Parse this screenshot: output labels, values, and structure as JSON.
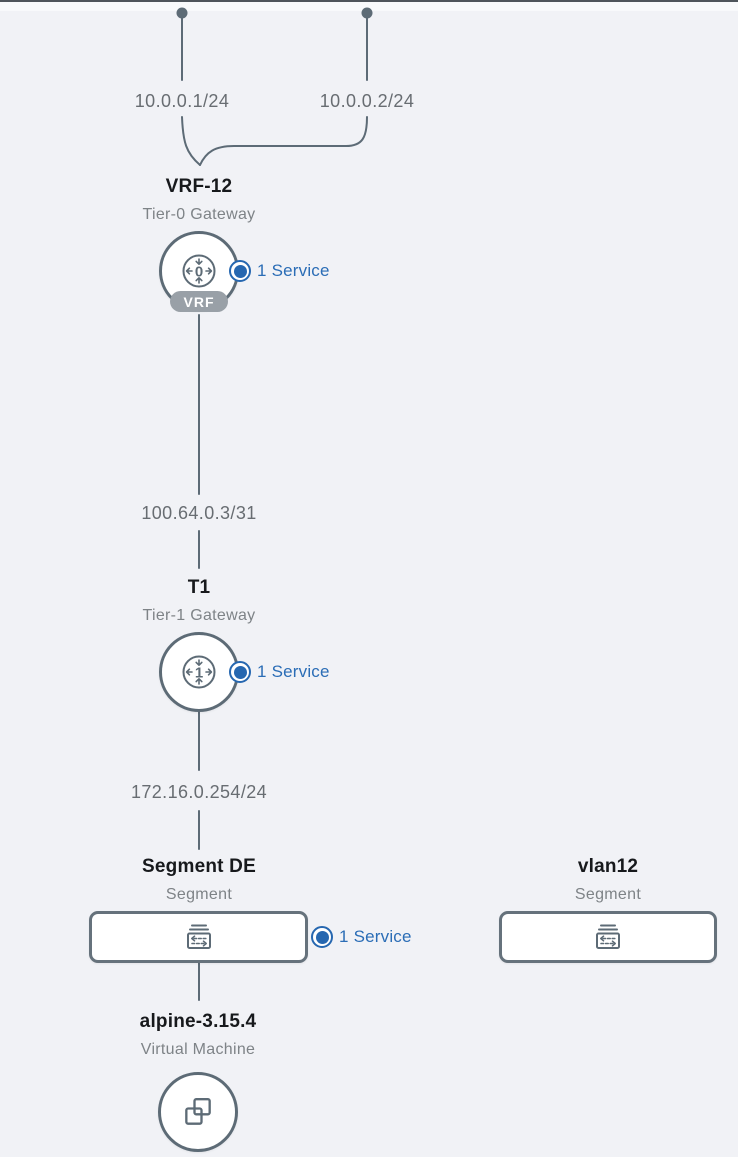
{
  "colors": {
    "background": "#f1f2f6",
    "edge_slate": "#5d6b76",
    "accent_blue": "#2667b0",
    "service_text_blue": "#2b6db6",
    "vrf_badge_gray": "#99a0a7"
  },
  "uplinks": [
    {
      "ip": "10.0.0.1/24"
    },
    {
      "ip": "10.0.0.2/24"
    }
  ],
  "links": {
    "t0_t1_ip": "100.64.0.3/31",
    "t1_segment_ip": "172.16.0.254/24"
  },
  "nodes": {
    "tier0": {
      "title": "VRF-12",
      "subtitle": "Tier-0 Gateway",
      "vrf_badge": "VRF",
      "icon": "tier0-gateway-icon",
      "icon_digit": "0",
      "service": {
        "count_label": "1 Service"
      }
    },
    "tier1": {
      "title": "T1",
      "subtitle": "Tier-1 Gateway",
      "icon": "tier1-gateway-icon",
      "icon_digit": "1",
      "service": {
        "count_label": "1 Service"
      }
    },
    "segment_de": {
      "title": "Segment DE",
      "subtitle": "Segment",
      "icon": "segment-icon",
      "service": {
        "count_label": "1 Service"
      }
    },
    "vlan12": {
      "title": "vlan12",
      "subtitle": "Segment",
      "icon": "segment-icon"
    },
    "vm": {
      "title": "alpine-3.15.4",
      "subtitle": "Virtual Machine",
      "icon": "virtual-machine-icon"
    }
  }
}
